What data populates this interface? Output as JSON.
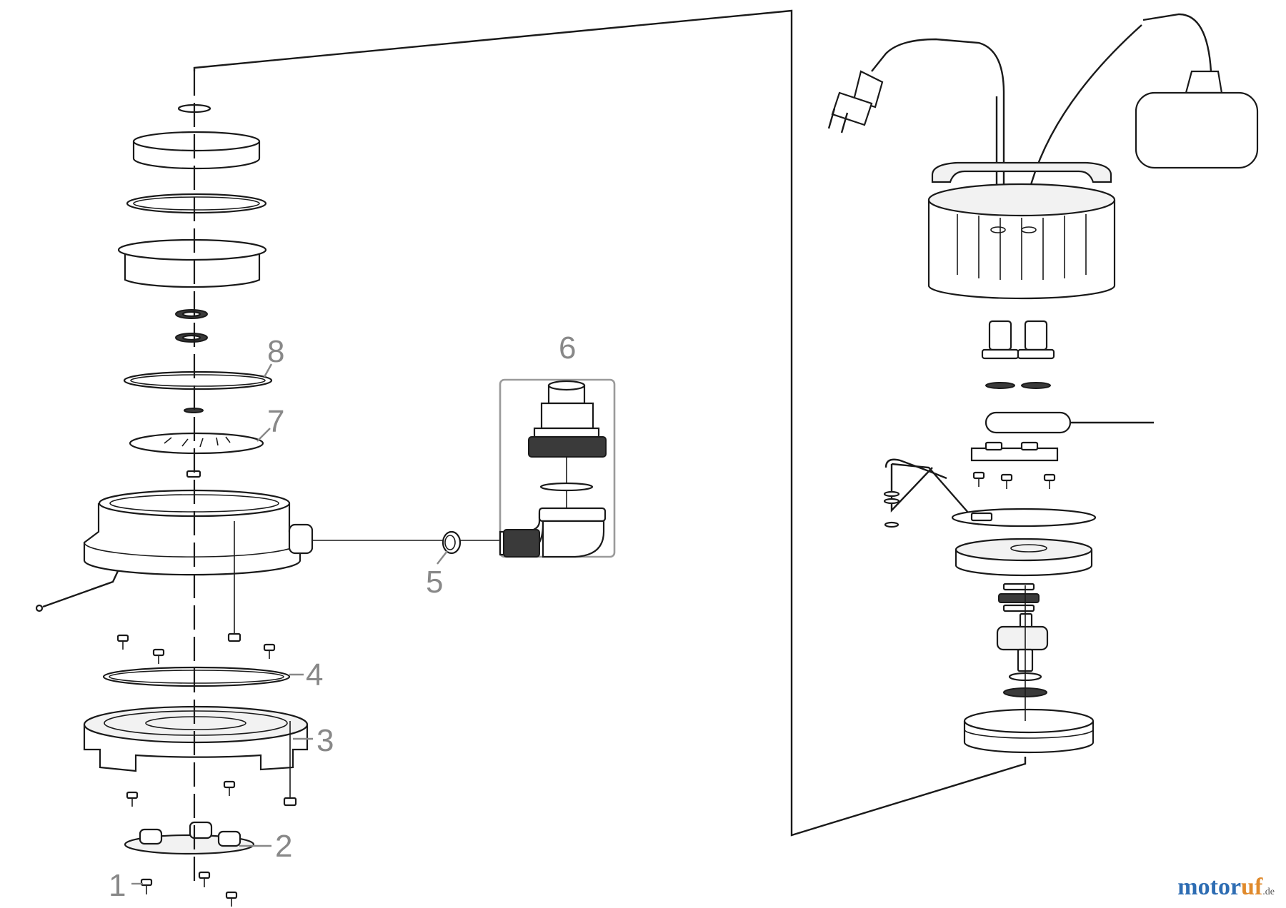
{
  "diagram": {
    "callouts": [
      {
        "id": "1",
        "label": "1"
      },
      {
        "id": "2",
        "label": "2"
      },
      {
        "id": "3",
        "label": "3"
      },
      {
        "id": "4",
        "label": "4"
      },
      {
        "id": "5",
        "label": "5"
      },
      {
        "id": "6",
        "label": "6"
      },
      {
        "id": "7",
        "label": "7"
      },
      {
        "id": "8",
        "label": "8"
      }
    ]
  },
  "watermark": {
    "main": "motor",
    "accent": "uf",
    "suffix": ".de"
  },
  "colors": {
    "line": "#1a1a1a",
    "callout": "#888888",
    "brand_blue": "#2e6db3",
    "brand_orange": "#e08a2c"
  }
}
